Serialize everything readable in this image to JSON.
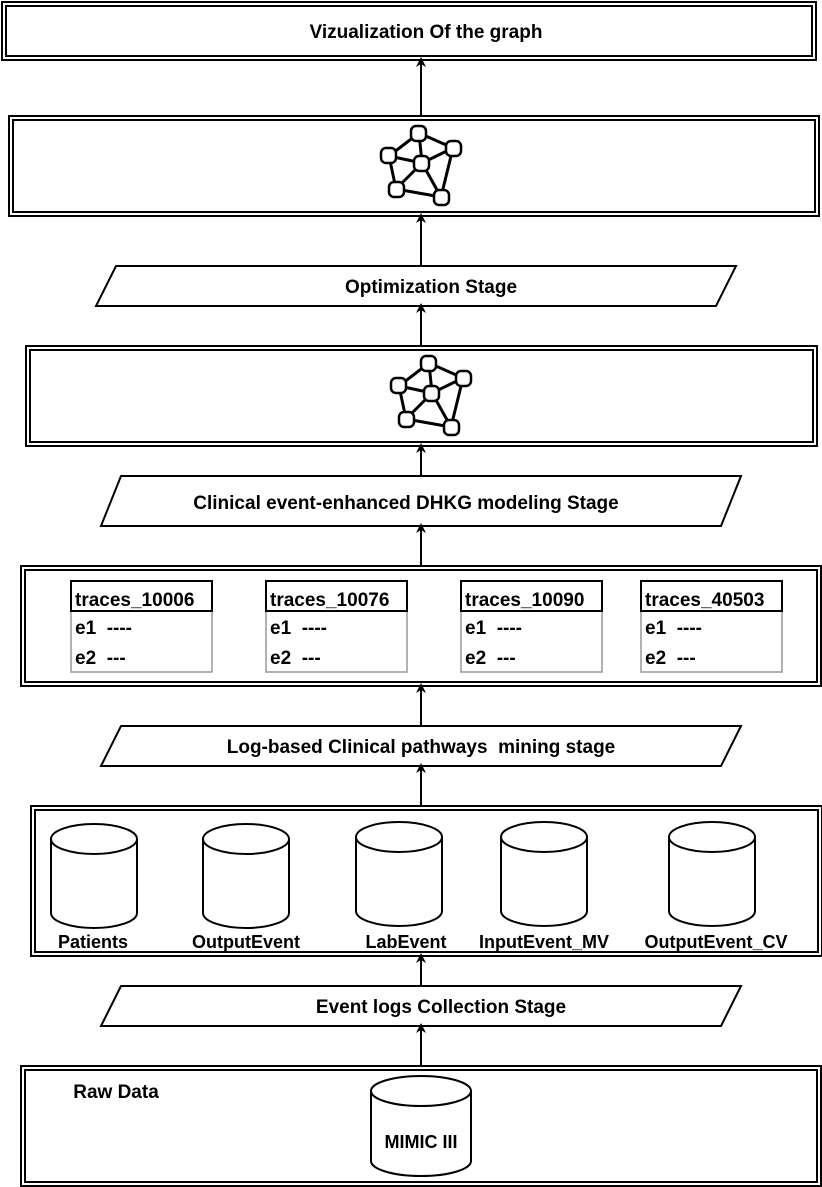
{
  "top_box": {
    "title": "Vizualization Of the graph"
  },
  "stages": {
    "optimization": "Optimization Stage",
    "dhkg": "Clinical event-enhanced DHKG modeling Stage",
    "mining": "Log-based Clinical pathways  mining stage",
    "collection": "Event logs Collection Stage"
  },
  "graph_icons": [
    "graph-network-icon",
    "graph-network-icon"
  ],
  "traces": [
    {
      "name": "traces_10006",
      "row1": "e1  ----",
      "row2": "e2  ---"
    },
    {
      "name": "traces_10076",
      "row1": "e1  ----",
      "row2": "e2  ---"
    },
    {
      "name": "traces_10090",
      "row1": "e1  ----",
      "row2": "e2  ---"
    },
    {
      "name": "traces_40503",
      "row1": "e1  ----",
      "row2": "e2  ---"
    }
  ],
  "event_tables": [
    "Patients",
    "OutputEvent",
    "LabEvent",
    "InputEvent_MV",
    "OutputEvent_CV"
  ],
  "raw_data": {
    "label": "Raw Data",
    "database": "MIMIC III"
  }
}
